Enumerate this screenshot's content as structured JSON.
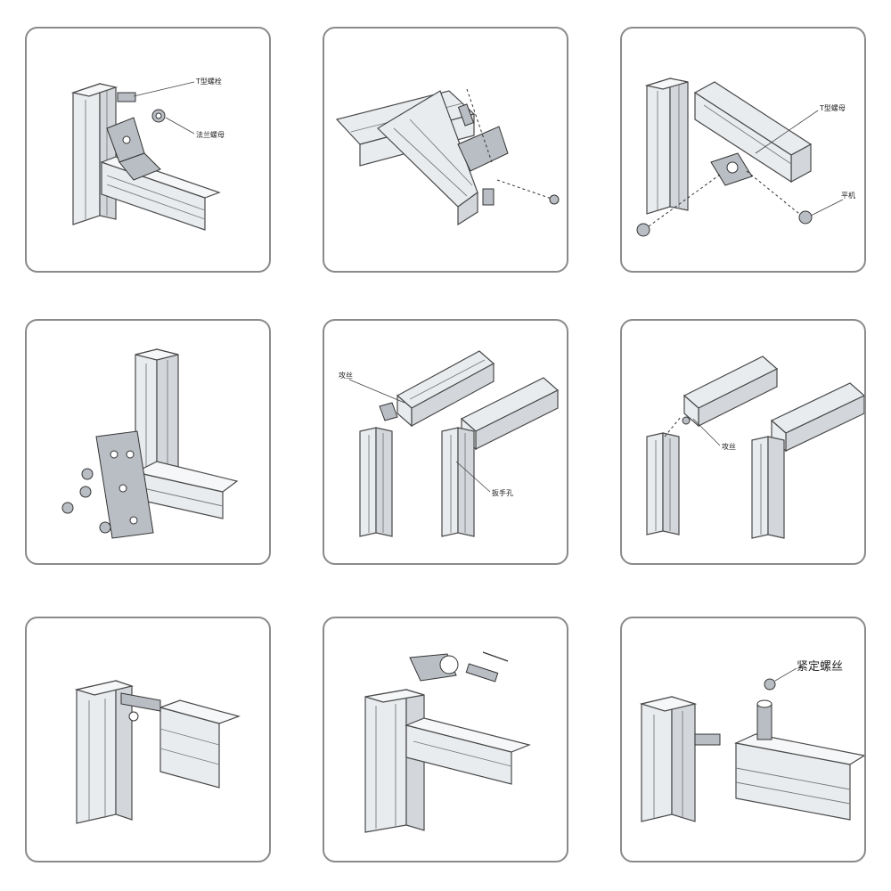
{
  "panels": [
    {
      "id": "p1",
      "labels": [
        "T型螺栓",
        "法兰螺母"
      ]
    },
    {
      "id": "p2",
      "labels": []
    },
    {
      "id": "p3",
      "labels": [
        "T型螺母",
        "平机"
      ]
    },
    {
      "id": "p4",
      "labels": []
    },
    {
      "id": "p5",
      "labels": [
        "攻丝",
        "扳手孔"
      ]
    },
    {
      "id": "p6",
      "labels": [
        "攻丝"
      ]
    },
    {
      "id": "p7",
      "labels": []
    },
    {
      "id": "p8",
      "labels": []
    },
    {
      "id": "p9",
      "labels": [
        "紧定螺丝"
      ]
    }
  ],
  "colors": {
    "border": "#8a8a8a",
    "line": "#333333",
    "metal": "#e9ecef"
  }
}
